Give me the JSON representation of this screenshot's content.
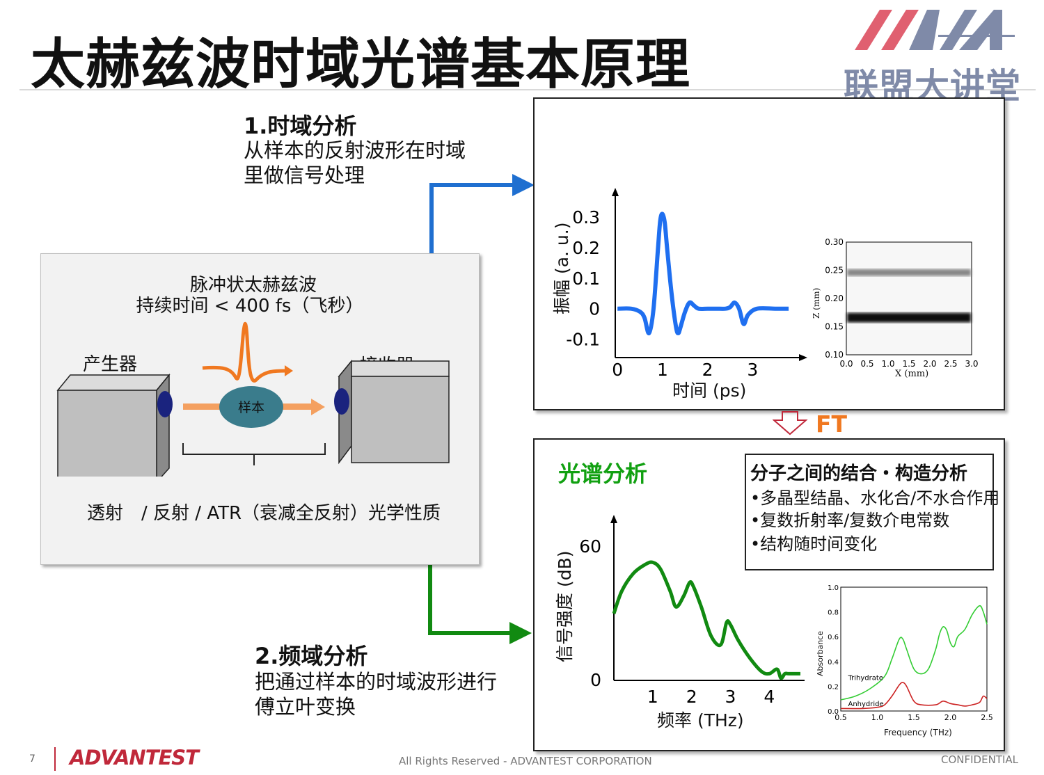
{
  "title": "太赫兹波时域光谱基本原理",
  "logo": {
    "text": "联盟大讲堂",
    "icon": "nta-stripe-logo-icon",
    "color": "#7f8aa8",
    "accent": "#e06070"
  },
  "section1": {
    "heading": "1.时域分析",
    "line1": "从样本的反射波形在时域",
    "line2": "里做信号处理"
  },
  "section2": {
    "heading": "2.频域分析",
    "line1": "把通过样本的时域波形进行",
    "line2": "傅立叶变换"
  },
  "setup": {
    "pulse_line1": "脉冲状太赫兹波",
    "pulse_line2": "持续时间 < 400 fs（飞秒）",
    "generator": "产生器",
    "receiver": "接收器",
    "sample": "样本",
    "modes": "透射　/ 反射 / ATR（衰减全反射）光学性质"
  },
  "ft_label": "FT",
  "spectral": {
    "heading": "光谱分析",
    "box_heading": "分子之间的结合・构造分析",
    "items": [
      "•多晶型结晶、水化合/不水合作用",
      "•复数折射率/复数介电常数",
      "•结构随时间变化"
    ]
  },
  "colors": {
    "time_arrow": "#1f6fd0",
    "freq_arrow": "#118a11",
    "pulse": "#f07820",
    "beam": "#f4a060",
    "green_text": "#11a011",
    "ft": "#f07820",
    "brand": "#c0283a"
  },
  "chart_data": [
    {
      "type": "line",
      "title": "",
      "xlabel": "时间 (ps)",
      "ylabel": "振幅 (a. u.)",
      "xticks": [
        "0",
        "1",
        "2",
        "3"
      ],
      "yticks": [
        "0.3",
        "0.2",
        "0.1",
        "0",
        "-0.1"
      ],
      "xlim": [
        -0.05,
        4.0
      ],
      "ylim": [
        -0.16,
        0.35
      ],
      "series": [
        {
          "x": [
            0.0,
            0.3,
            0.5,
            0.6,
            0.7,
            0.8,
            0.9,
            0.95,
            1.0,
            1.05,
            1.1,
            1.2,
            1.3,
            1.35,
            1.4,
            1.5,
            1.6,
            1.7,
            1.8,
            2.0,
            2.2,
            2.4,
            2.5,
            2.6,
            2.7,
            2.8,
            2.9,
            3.1,
            3.5,
            3.8
          ],
          "y": [
            0.0,
            0.0,
            -0.01,
            -0.03,
            -0.08,
            0.0,
            0.2,
            0.29,
            0.31,
            0.28,
            0.2,
            0.05,
            -0.06,
            -0.08,
            -0.06,
            -0.01,
            0.02,
            0.01,
            0.0,
            0.0,
            0.0,
            0.0,
            0.005,
            0.02,
            0.0,
            -0.05,
            -0.02,
            0.0,
            0.0,
            0.0
          ]
        }
      ]
    },
    {
      "type": "heatmap",
      "title": "",
      "xlabel": "X (mm)",
      "ylabel": "Z (mm)",
      "xticks": [
        "0.0",
        "0.5",
        "1.0",
        "1.5",
        "2.0",
        "2.5",
        "3.0"
      ],
      "yticks": [
        "0.30",
        "0.25",
        "0.20",
        "0.15",
        "0.10"
      ],
      "xlim": [
        0.0,
        3.0
      ],
      "ylim": [
        0.1,
        0.3
      ],
      "bands": [
        {
          "z": 0.246,
          "intensity": 0.5
        },
        {
          "z": 0.166,
          "intensity": 1.0
        }
      ]
    },
    {
      "type": "line",
      "title": "",
      "xlabel": "频率 (THz)",
      "ylabel": "信号强度 (dB)",
      "xticks": [
        "1",
        "2",
        "3",
        "4"
      ],
      "yticks": [
        "60",
        "0"
      ],
      "xlim": [
        0.0,
        4.8
      ],
      "ylim": [
        0,
        70
      ],
      "series": [
        {
          "x": [
            0.0,
            0.2,
            0.5,
            0.8,
            1.0,
            1.2,
            1.45,
            1.6,
            1.8,
            1.95,
            2.05,
            2.25,
            2.5,
            2.75,
            2.9,
            3.0,
            3.2,
            3.5,
            3.8,
            4.0,
            4.2,
            4.3,
            4.4,
            4.5,
            4.8
          ],
          "y": [
            30,
            40,
            48,
            52,
            53,
            50,
            40,
            33,
            38,
            44,
            42,
            33,
            20,
            16,
            26,
            25,
            18,
            10,
            4,
            3,
            5,
            1,
            3,
            3,
            3
          ]
        }
      ]
    },
    {
      "type": "line",
      "title": "",
      "xlabel": "Frequency (THz)",
      "ylabel": "Absorbance",
      "xticks": [
        "0.5",
        "1.0",
        "1.5",
        "2.0",
        "2.5"
      ],
      "yticks": [
        "1.0",
        "0.8",
        "0.6",
        "0.4",
        "0.2",
        "0.0"
      ],
      "xlim": [
        0.5,
        2.5
      ],
      "ylim": [
        0.0,
        1.0
      ],
      "series": [
        {
          "name": "Trihydrate",
          "color": "#33cc33",
          "x": [
            0.5,
            0.7,
            0.9,
            1.1,
            1.2,
            1.3,
            1.35,
            1.4,
            1.5,
            1.6,
            1.7,
            1.8,
            1.85,
            1.9,
            1.95,
            2.0,
            2.05,
            2.1,
            2.2,
            2.3,
            2.4,
            2.45,
            2.5
          ],
          "y": [
            0.09,
            0.12,
            0.18,
            0.28,
            0.42,
            0.58,
            0.58,
            0.5,
            0.34,
            0.3,
            0.34,
            0.5,
            0.62,
            0.68,
            0.65,
            0.55,
            0.52,
            0.6,
            0.66,
            0.78,
            0.85,
            0.8,
            0.7
          ]
        },
        {
          "name": "Anhydride",
          "color": "#cc2222",
          "x": [
            0.5,
            0.8,
            1.0,
            1.1,
            1.2,
            1.3,
            1.35,
            1.4,
            1.5,
            1.6,
            1.8,
            1.9,
            2.0,
            2.1,
            2.2,
            2.3,
            2.4,
            2.45,
            2.5
          ],
          "y": [
            0.02,
            0.02,
            0.03,
            0.05,
            0.12,
            0.21,
            0.23,
            0.2,
            0.08,
            0.05,
            0.05,
            0.08,
            0.06,
            0.05,
            0.04,
            0.05,
            0.07,
            0.12,
            0.1
          ]
        }
      ]
    }
  ],
  "footer": {
    "page": "7",
    "brand": "ADVANTEST",
    "rights": "All Rights Reserved - ADVANTEST CORPORATION",
    "confidential": "CONFIDENTIAL"
  }
}
